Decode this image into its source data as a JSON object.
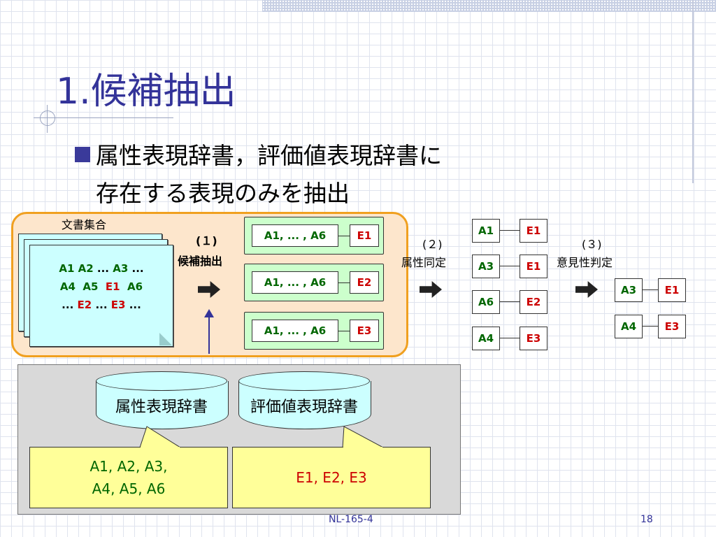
{
  "slide": {
    "title": "1.候補抽出",
    "bullet_line1": "属性表現辞書，評価値表現辞書に",
    "bullet_line2": "存在する表現のみを抽出",
    "footer_center": "NL-165-4",
    "page_number": "18"
  },
  "diagram": {
    "doc_set_label": "文書集合",
    "doc_line1": [
      "A1",
      "A2",
      "...",
      "A3",
      "..."
    ],
    "doc_line2": [
      "A4",
      "A5",
      "E1",
      "A6"
    ],
    "doc_line3": [
      "...",
      "E2",
      "...",
      "E3",
      "..."
    ],
    "step1_num": "(１)",
    "step1_label": "候補抽出",
    "step2_num": "(２)",
    "step2_label": "属性同定",
    "step3_num": "(３)",
    "step3_label": "意見性判定",
    "candidates": [
      {
        "attrs": "A1, ... , A6",
        "value": "E1"
      },
      {
        "attrs": "A1, ... , A6",
        "value": "E2"
      },
      {
        "attrs": "A1, ... , A6",
        "value": "E3"
      }
    ],
    "pairs_step2": [
      {
        "attr": "A1",
        "value": "E1"
      },
      {
        "attr": "A3",
        "value": "E1"
      },
      {
        "attr": "A6",
        "value": "E2"
      },
      {
        "attr": "A4",
        "value": "E3"
      }
    ],
    "pairs_step3": [
      {
        "attr": "A3",
        "value": "E1"
      },
      {
        "attr": "A4",
        "value": "E3"
      }
    ],
    "dict_attr_label": "属性表現辞書",
    "dict_eval_label": "評価値表現辞書",
    "attr_entries_line1": "A1, A2, A3,",
    "attr_entries_line2": "A4, A5, A6",
    "eval_entries": "E1, E2, E3"
  },
  "colors": {
    "title": "#333399",
    "attr_green": "#006600",
    "eval_red": "#cc0000",
    "highlight_border": "#f0a020",
    "candidate_fill": "#ccffcc",
    "doc_fill": "#ccffff",
    "callout_fill": "#ffff99"
  }
}
